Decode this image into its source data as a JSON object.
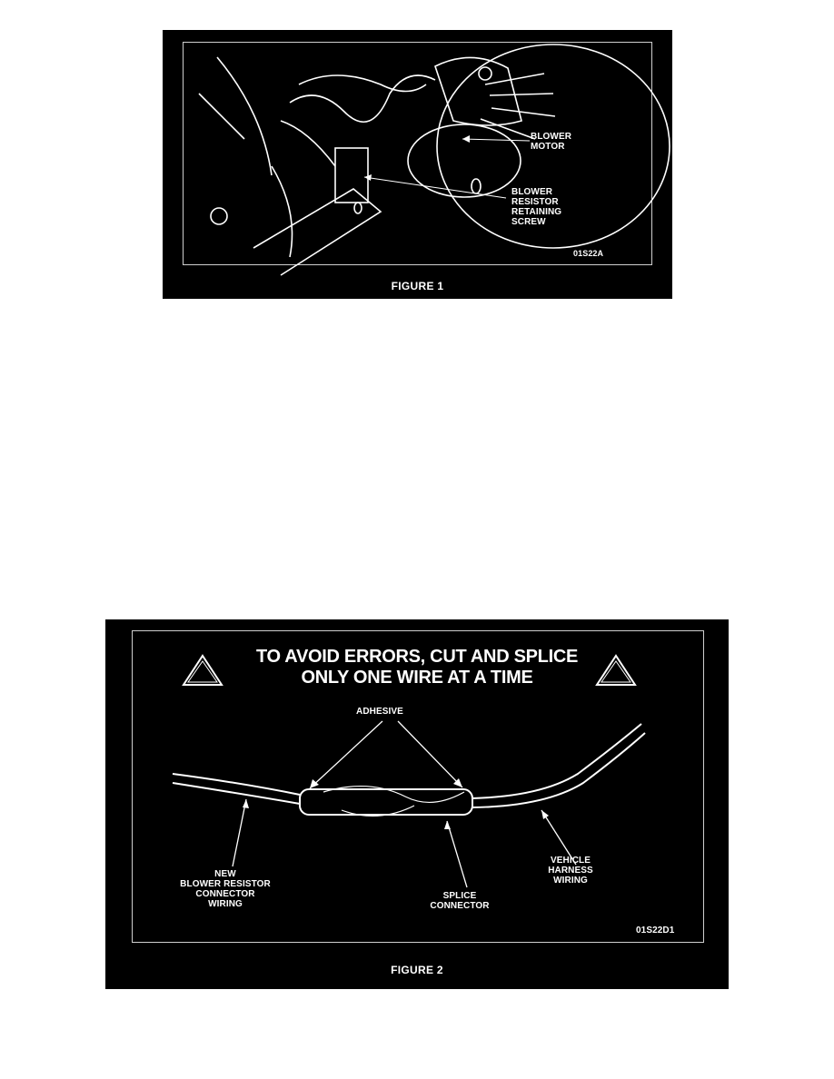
{
  "figure1": {
    "caption": "FIGURE 1",
    "code": "01S22A",
    "callouts": {
      "blower_motor": [
        "BLOWER",
        "MOTOR"
      ],
      "blower_resistor_screw": [
        "BLOWER",
        "RESISTOR",
        "RETAINING",
        "SCREW"
      ]
    }
  },
  "figure2": {
    "caption": "FIGURE 2",
    "code": "01S22D1",
    "warning": [
      "TO AVOID ERRORS, CUT AND SPLICE",
      "ONLY ONE WIRE AT A TIME"
    ],
    "callouts": {
      "adhesive": "ADHESIVE",
      "new_wiring": [
        "NEW",
        "BLOWER RESISTOR",
        "CONNECTOR",
        "WIRING"
      ],
      "splice_connector": [
        "SPLICE",
        "CONNECTOR"
      ],
      "vehicle_harness": [
        "VEHICLE",
        "HARNESS",
        "WIRING"
      ]
    }
  }
}
